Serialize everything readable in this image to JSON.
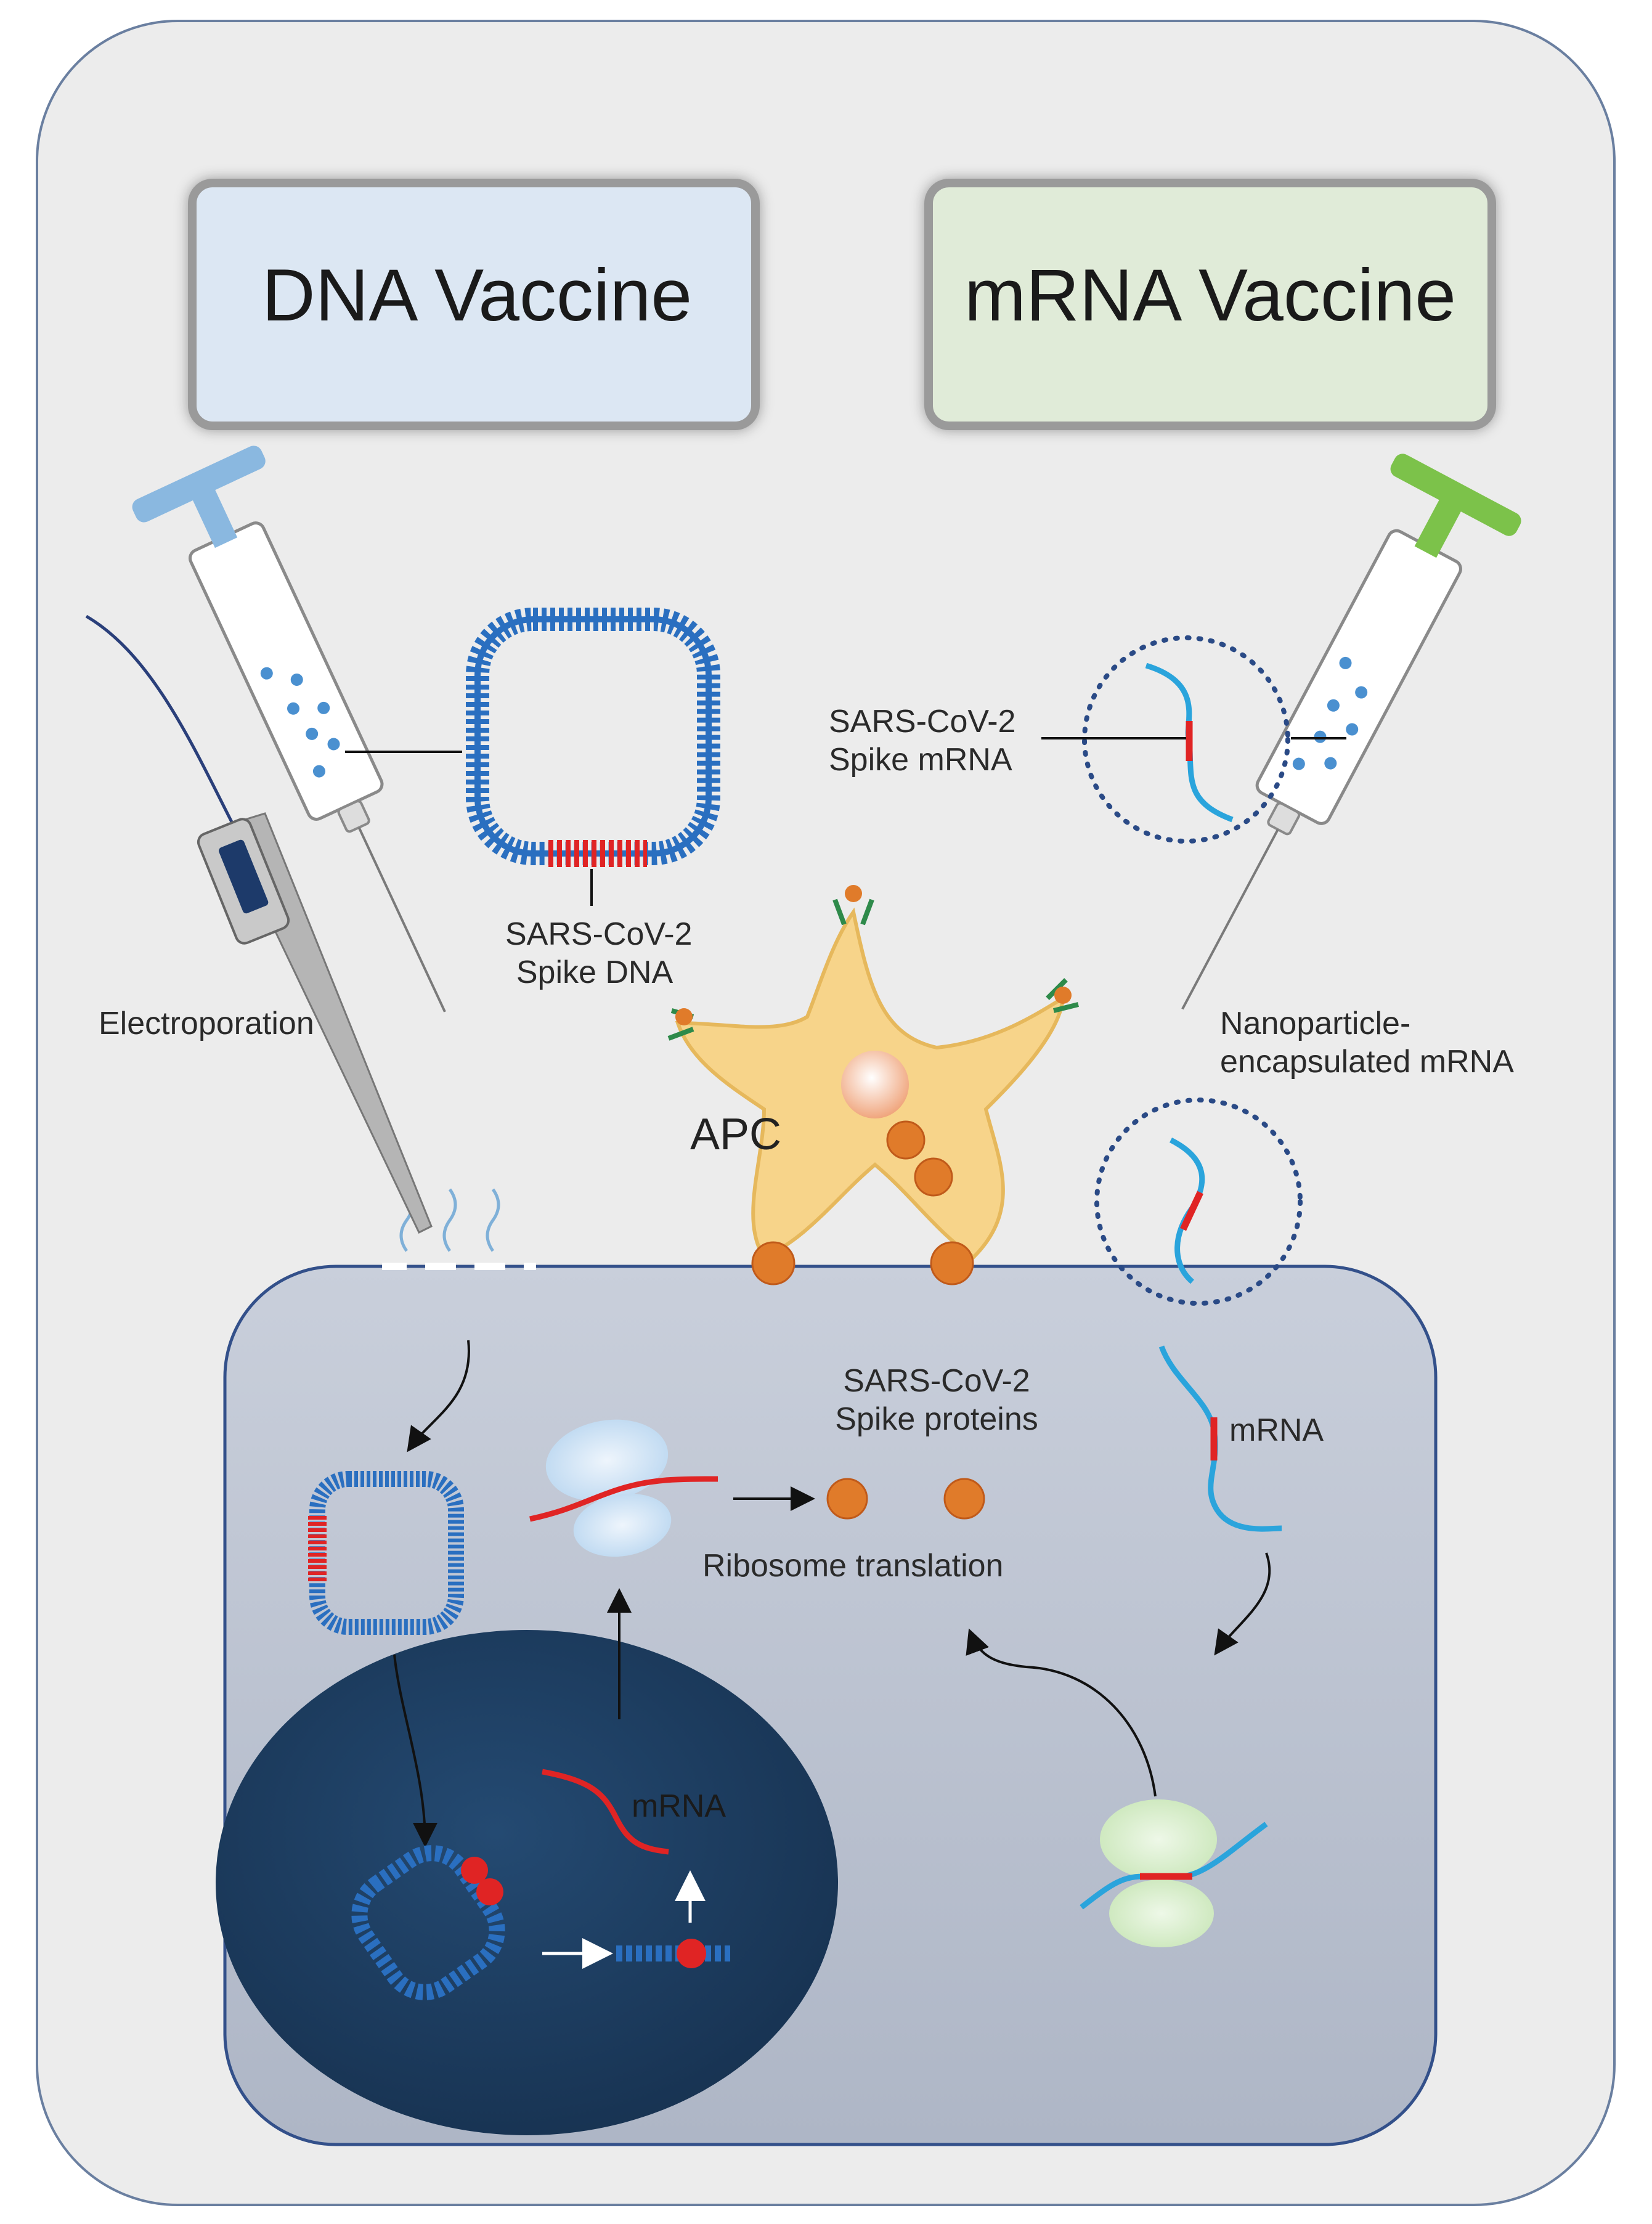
{
  "dna_box": {
    "title": "DNA Vaccine",
    "fill": "#dce7f3"
  },
  "mrna_box": {
    "title": "mRNA Vaccine",
    "fill": "#e0ebd8"
  },
  "labels": {
    "electroporation": "Electroporation",
    "spike_dna_1": "SARS-CoV-2",
    "spike_dna_2": "Spike DNA",
    "spike_mrna_1": "SARS-CoV-2",
    "spike_mrna_2": "Spike mRNA",
    "nanoparticle_1": "Nanoparticle-",
    "nanoparticle_2": "encapsulated mRNA",
    "apc": "APC",
    "spike_proteins_1": "SARS-CoV-2",
    "spike_proteins_2": "Spike proteins",
    "ribosome_translation": "Ribosome translation",
    "mrna_cell": "mRNA",
    "mrna_nucleus": "mRNA"
  },
  "colors": {
    "dna_blue": "#2a6fc0",
    "spike_red": "#e02424",
    "mrna_cyan": "#2aa4dc",
    "nucleus": "#1c3b5e",
    "protein_orange": "#e07b2a",
    "apc_fill": "#f7d48a",
    "syringe_blue": "#8ab8e0",
    "syringe_green": "#7cc24a"
  }
}
